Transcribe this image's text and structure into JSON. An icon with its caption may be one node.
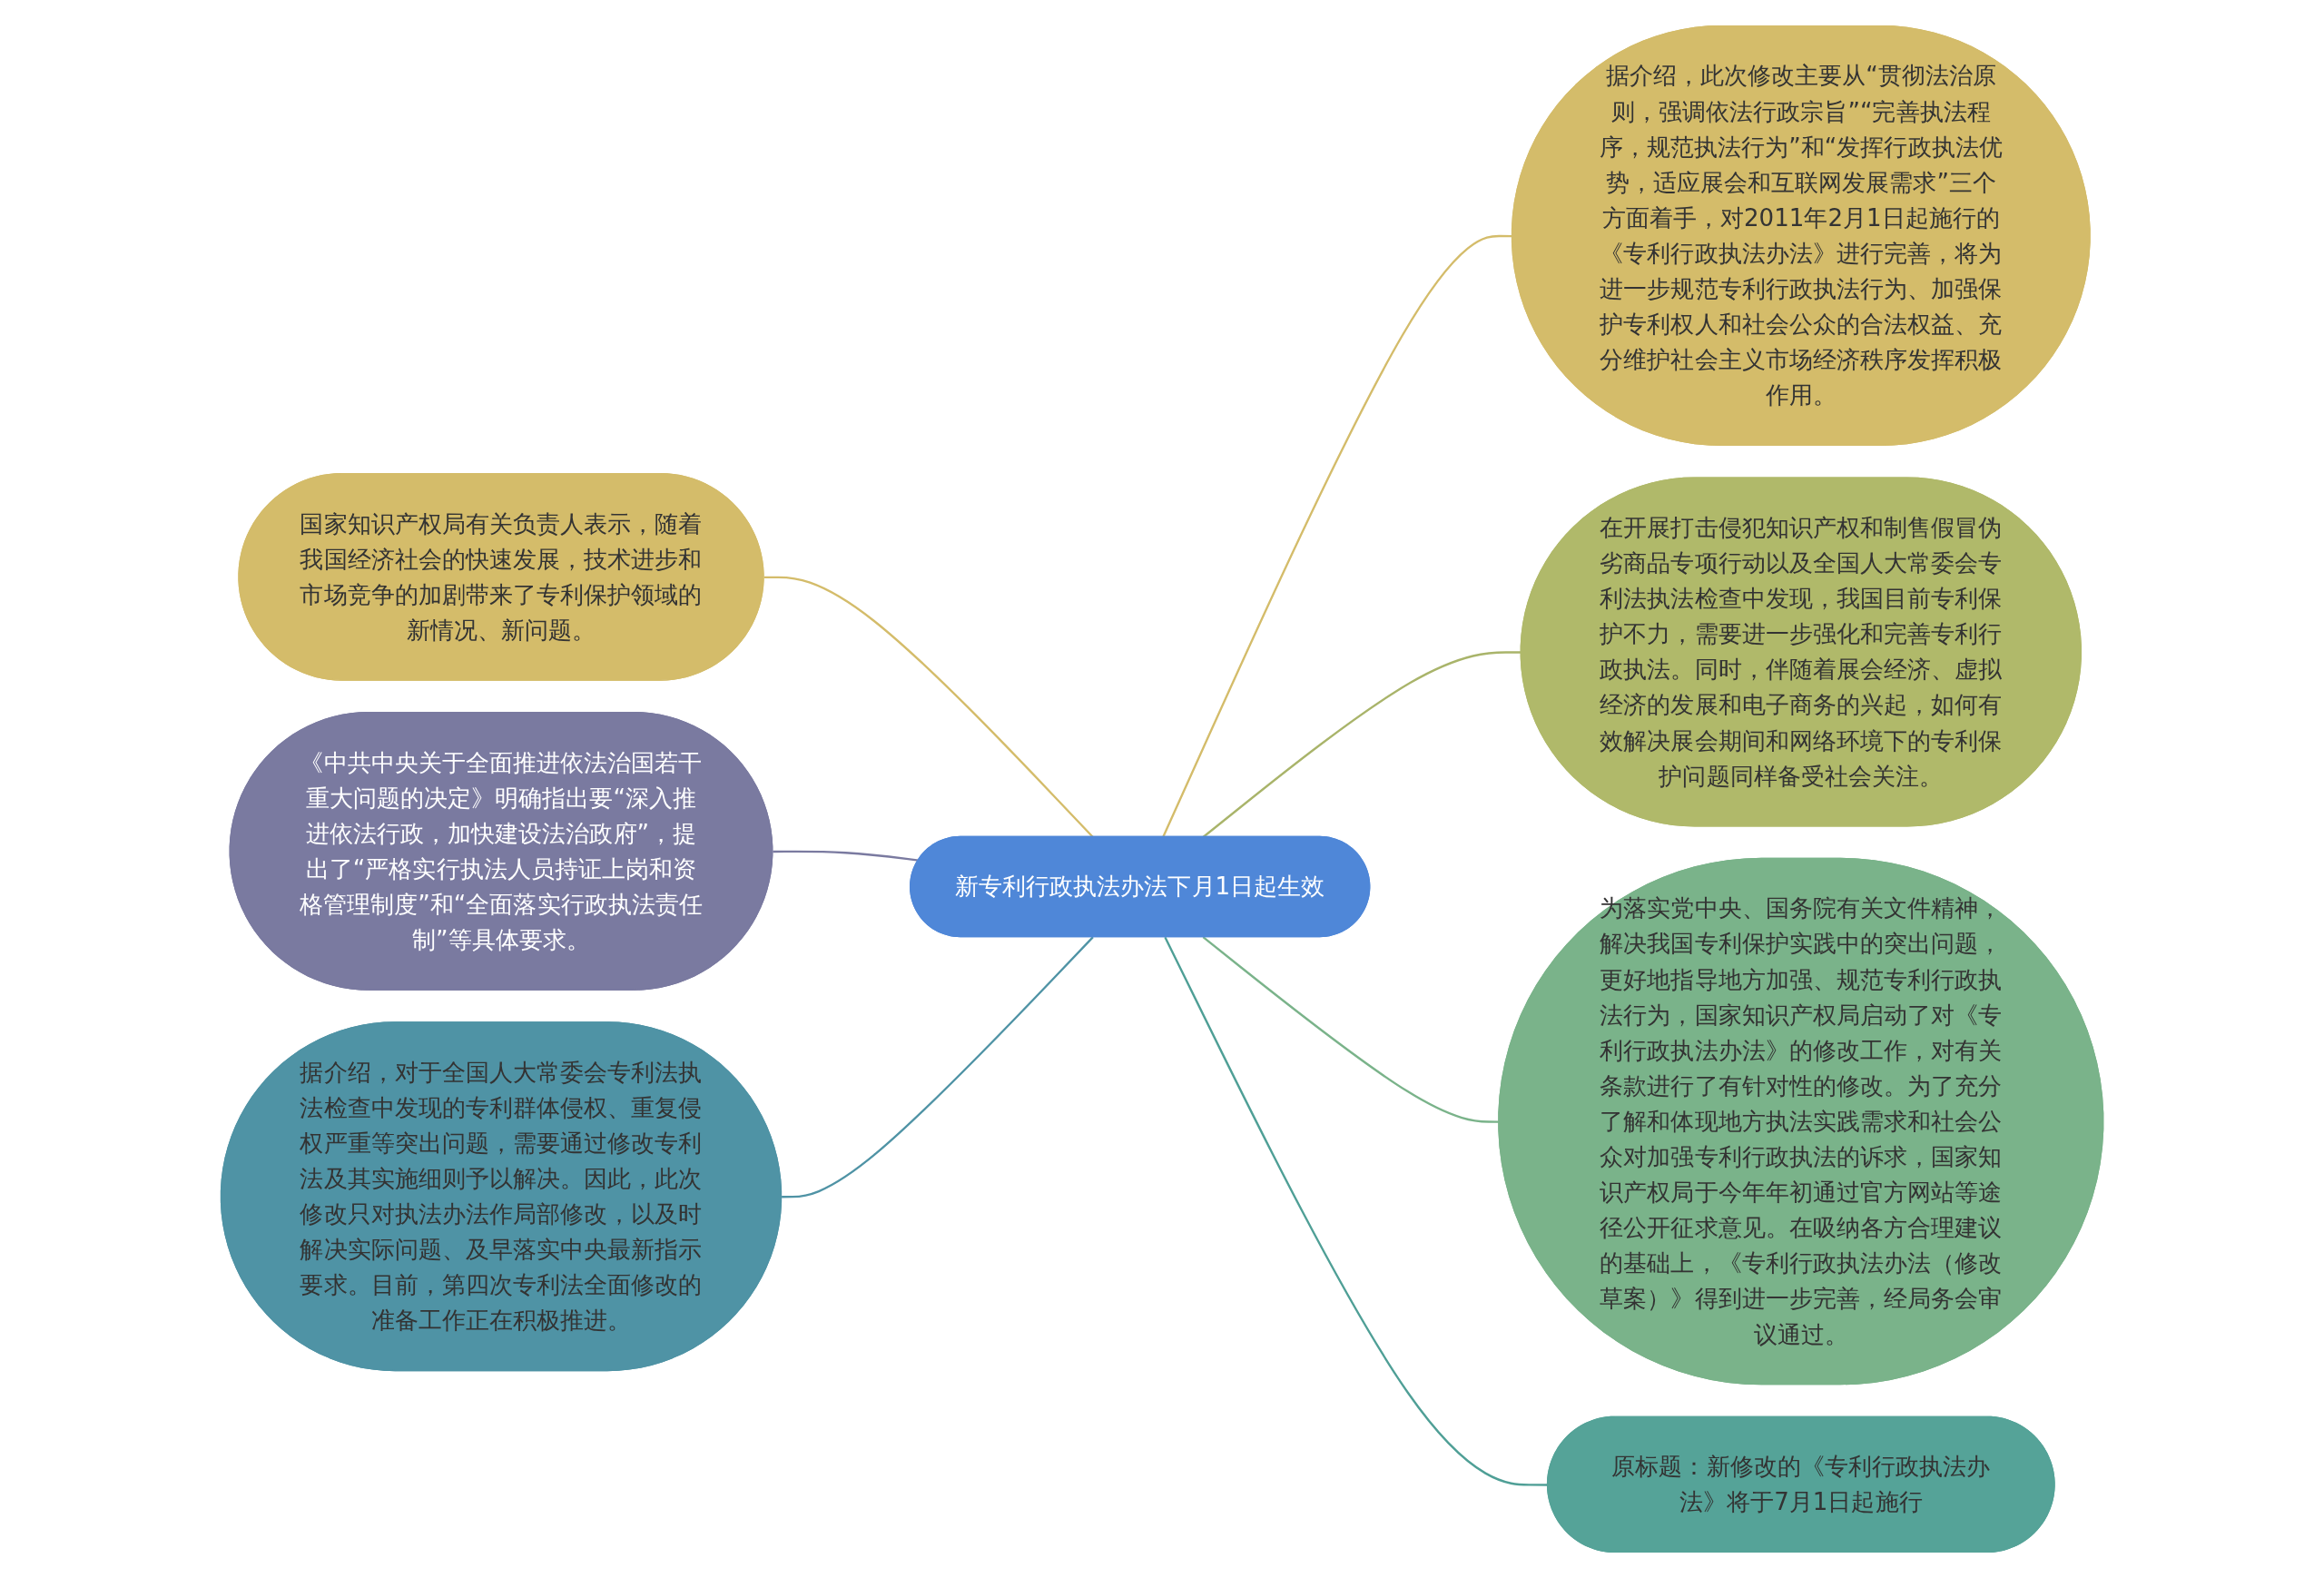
{
  "diagram": {
    "nodes": [
      {
        "text": [
          "新专利行政执法办法下月1日起生效"
        ]
      },
      {
        "text": [
          "据介绍，此次修改主要从“贯彻法治原则，强调依法行政宗旨”“完善执法程序，规范执法行为”和“发挥行政执法优势，适应展会和互联网发展需求”三个方面着手，对2011年2月1日起施行的《专利行政执法办法》进行完善，将为进一步规范专利行政执法行为、加强保护专利权人和社会公众的合法权益、充分维护社会主义市场经济秩序发挥积极作用。"
        ]
      },
      {
        "text": [
          "在开展打击侵犯知识产权和制售假冒伪劣商品专项行动以及全国人大常委会专利法执法检查中发现，我国目前专利保护不力，需要进一步强化和完善专利行政执法。同时，伴随着展会经济、虚拟经济的发展和电子商务的兴起，如何有效解决展会期间和网络环境下的专利保护问题同样备受社会关注。"
        ]
      },
      {
        "text": [
          "为落实党中央、国务院有关文件精神，解决我国专利保护实践中的突出问题，更好地指导地方加强、规范专利行政执法行为，国家知识产权局启动了对《专利行政执法办法》的修改工作，对有关条款进行了有针对性的修改。为了充分了解和体现地方执法实践需求和社会公众对加强专利行政执法的诉求，国家知识产权局于今年年初通过官方网站等途径公开征求意见。在吸纳各方合理建议的基础上，《专利行政执法办法（修改草案）》得到进一步完善，经局务会审议通过。"
        ]
      },
      {
        "text": [
          "原标题：新修改的《专利行政执法办法》将于7月1日起施行"
        ]
      },
      {
        "text": [
          "国家知识产权局有关负责人表示，随着我国经济社会的快速发展，技术进步和市场竞争的加剧带来了专利保护领域的新情况、新问题。"
        ]
      },
      {
        "text": [
          "《中共中央关于全面推进依法治国若干重大问题的决定》明确指出要“深入推进依法行政，加快建设法治政府”，提出了“严格实行执法人员持证上岗和资格管理制度”和“全面落实行政执法责任制”等具体要求。"
        ]
      },
      {
        "text": [
          "据介绍，对于全国人大常委会专利法执法检查中发现的专利群体侵权、重复侵权严重等突出问题，需要通过修改专利法及其实施细则予以解决。因此，此次修改只对执法办法作局部修改，以及时解决实际问题、及早落实中央最新指示要求。目前，第四次专利法全面修改的准备工作正在积极推进。"
        ]
      }
    ],
    "edges": [
      {
        "from": 0,
        "to": 1,
        "arrow": "none",
        "color": "#d4bc6a"
      },
      {
        "from": 0,
        "to": 2,
        "arrow": "none",
        "color": "#a9b46a"
      },
      {
        "from": 0,
        "to": 3,
        "arrow": "none",
        "color": "#7ab38a"
      },
      {
        "from": 0,
        "to": 4,
        "arrow": "none",
        "color": "#4f9f96"
      },
      {
        "from": 0,
        "to": 5,
        "arrow": "none",
        "color": "#d4bc6a"
      },
      {
        "from": 0,
        "to": 6,
        "arrow": "none",
        "color": "#7a7aa0"
      },
      {
        "from": 0,
        "to": 7,
        "arrow": "none",
        "color": "#4f93a5"
      }
    ]
  }
}
